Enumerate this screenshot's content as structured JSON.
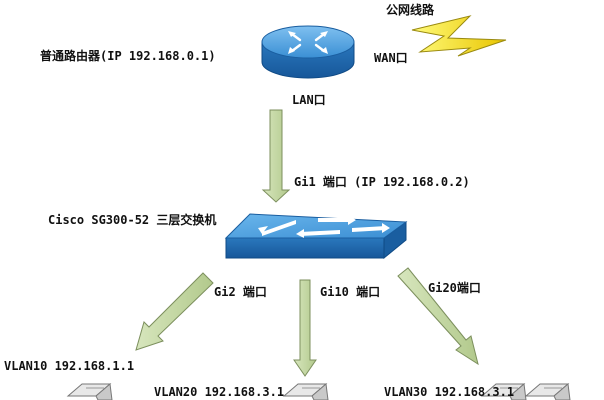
{
  "labels": {
    "public_line": "公网线路",
    "router": "普通路由器(IP 192.168.0.1)",
    "wan_port": "WAN口",
    "lan_port": "LAN口",
    "gi1_port": "Gi1 端口 (IP 192.168.0.2)",
    "switch": "Cisco SG300-52 三层交换机",
    "gi2_port": "Gi2 端口",
    "gi10_port": "Gi10 端口",
    "gi20_port": "Gi20端口",
    "vlan10": "VLAN10 192.168.1.1",
    "vlan20": "VLAN20 192.168.3.1",
    "vlan30": "VLAN30 192.168.3.1"
  },
  "icons": {
    "router": "router-icon",
    "switch": "layer3-switch-icon",
    "wan_link": "lightning-bolt-icon",
    "endpoint": "access-switch-icon"
  },
  "colors": {
    "device_blue": "#1d6fb3",
    "device_top": "#5aa9e6",
    "arrow_fill": "#c2d8a0",
    "arrow_stroke": "#7c8f5d",
    "bolt_yellow": "#f5e51c"
  }
}
